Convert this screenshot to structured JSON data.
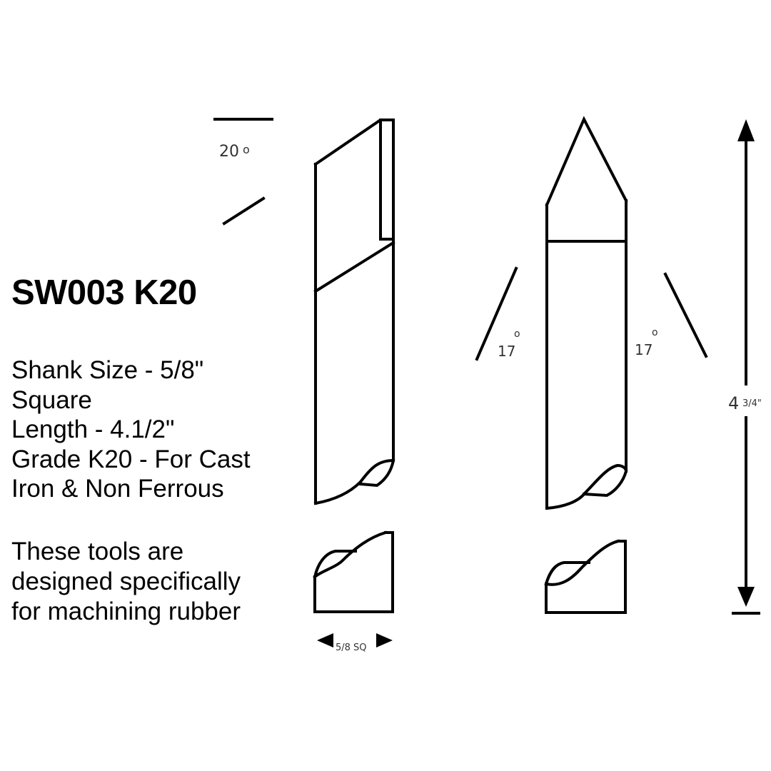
{
  "product": {
    "title": "SW003 K20",
    "specs": [
      "Shank Size - 5/8\"",
      "Square",
      "Length - 4.1/2\"",
      "Grade K20 - For Cast",
      "Iron & Non Ferrous"
    ],
    "note": [
      "These tools are",
      "designed specifically",
      "for machining rubber"
    ]
  },
  "dimensions": {
    "rake_angle": "20",
    "rake_degree_mark": "o",
    "side_angle_left": "17",
    "side_angle_right": "17",
    "side_degree_mark": "o",
    "shank_width": "5/8 SQ",
    "overall_length_whole": "4",
    "overall_length_fraction": "3/4\""
  },
  "icons": {
    "width_arrows": "left-right-triangle-arrows",
    "length_arrows": "up-down-arrow"
  },
  "colors": {
    "line": "#000000",
    "label": "#333333",
    "background": "#ffffff"
  }
}
